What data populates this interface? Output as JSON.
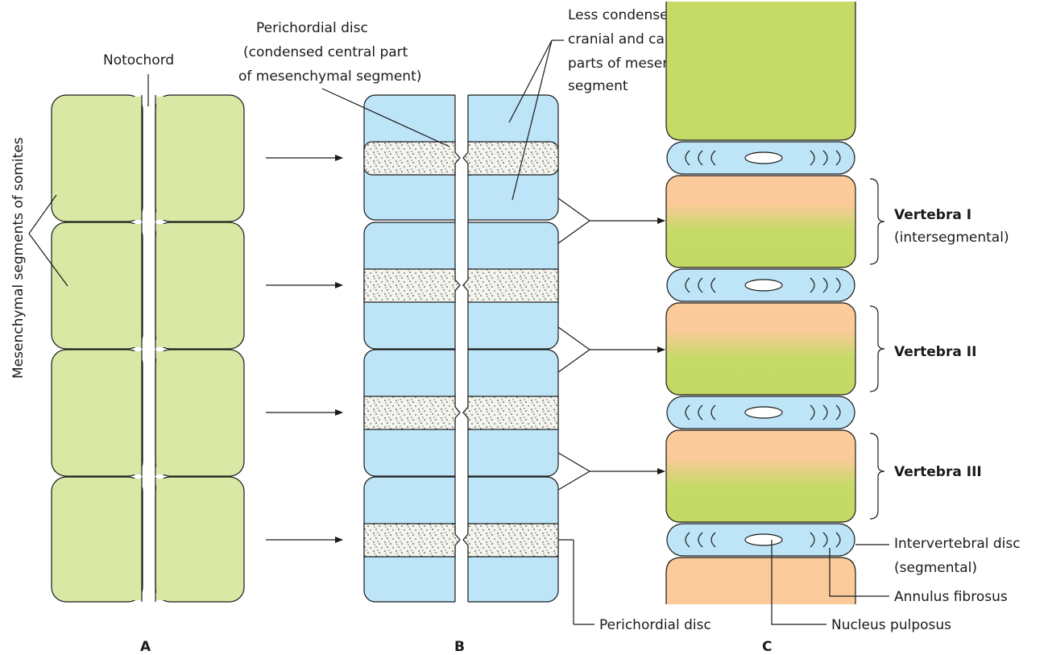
{
  "labels": {
    "notochord": "Notochord",
    "mesenchymal_segments": "Mesenchymal segments of somites",
    "perichordial_disc_top": [
      "Perichordial disc",
      "(condensed central part",
      "of mesenchymal segment)"
    ],
    "less_condensed": [
      "Less condensed",
      "cranial and caudal",
      "parts of mesenchymal",
      "segment"
    ],
    "vertebra_1_title": "Vertebra I",
    "vertebra_1_sub": "(intersegmental)",
    "vertebra_2_title": "Vertebra II",
    "vertebra_3_title": "Vertebra III",
    "intervertebral_disc": [
      "Intervertebral disc",
      "(segmental)"
    ],
    "annulus_fibrosus": "Annulus fibrosus",
    "nucleus_pulposus": "Nucleus pulposus",
    "perichordial_disc_bottom": "Perichordial disc"
  },
  "panels": {
    "a": "A",
    "b": "B",
    "c": "C"
  },
  "colors": {
    "somite_green": "#d9e8a4",
    "mesenchyme_blue": "#bde4f7",
    "vertebra_orange": "#fccb9b",
    "vertebra_green": "#c6da68"
  }
}
